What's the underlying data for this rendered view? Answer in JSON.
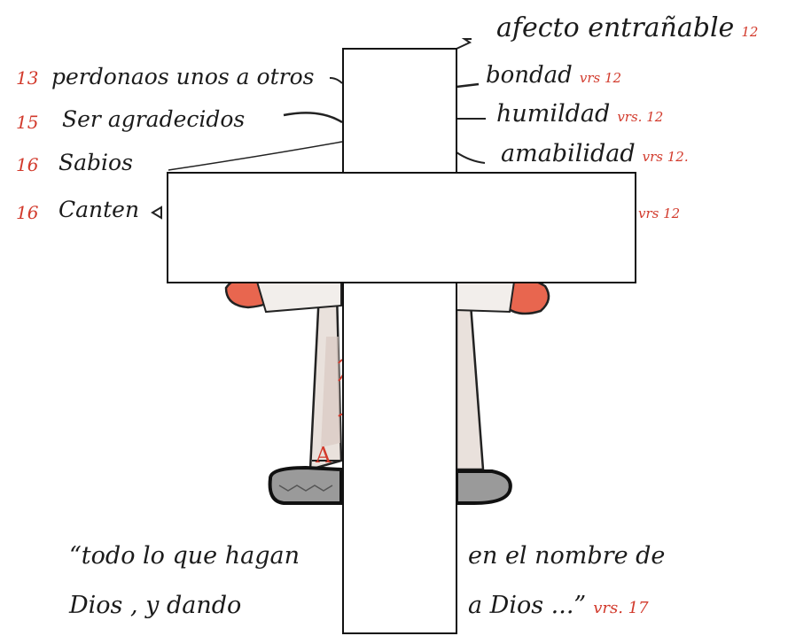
{
  "left_items": [
    {
      "num": "13",
      "text": "perdonaos unos a otros"
    },
    {
      "num": "15",
      "text": "Ser agradecidos"
    },
    {
      "num": "16",
      "text": "Sabios"
    },
    {
      "num": "16",
      "text": "Canten"
    }
  ],
  "right_items": [
    {
      "text": "afecto entrañable",
      "ref": "12"
    },
    {
      "text": "bondad",
      "ref": "vrs 12"
    },
    {
      "text": "humildad",
      "ref": "vrs. 12"
    },
    {
      "text": "amabilidad",
      "ref": "vrs 12."
    },
    {
      "text": "",
      "ref": "vrs 12"
    }
  ],
  "shirt_fragment": "A",
  "quote": {
    "line1_a": "“todo lo que hagan",
    "line1_b": "en el nombre de",
    "line2_a": "Dios , y dando",
    "line2_b": "a Dios ...”",
    "ref": "vrs. 17"
  },
  "colors": {
    "ink": "#1b1b1b",
    "red_ink": "#d23a2c",
    "skin": "#e8664f"
  }
}
